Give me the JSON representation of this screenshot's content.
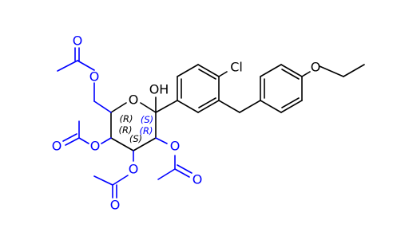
{
  "colors": {
    "acetyl_groups": "#0000ff",
    "core": "#000000",
    "background": "#ffffff"
  },
  "atom_labels": {
    "ring_oxygen": "O",
    "hydroxyl": "OH",
    "chlorine": "Cl",
    "ether_oxygen": "O",
    "acetyl_ester_oxygen": "O",
    "acetyl_carbonyl_oxygen": "O"
  },
  "stereo_descriptors": {
    "c1": "(S)",
    "c2": "(R)",
    "c3": "(S)",
    "c4": "(R)",
    "c5": "(R)"
  }
}
